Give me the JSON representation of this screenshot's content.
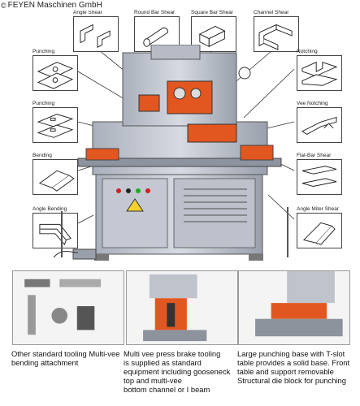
{
  "watermark": {
    "symbol": "©",
    "text": "FEYEN Maschinen GmbH"
  },
  "callouts": {
    "angle_shear": "Angle Shear",
    "round_bar_shear": "Round Bar Shear",
    "square_bar_shear": "Square Bar Shear",
    "channel_shear": "Channel Shear",
    "punching_top": "Punching",
    "punching_mid": "Punching",
    "bending": "Bending",
    "angle_bending": "Angle Bending",
    "notching": "Notching",
    "vee_notching": "Vee Notching",
    "flat_bar_shear": "Flat-Bar Shear",
    "angle_miter_shear": "Angle Miter Shear"
  },
  "captions": {
    "left": [
      "Other  standard tooling Multi-vee",
      "bending attachment"
    ],
    "middle": [
      "Multi vee press brake tooling",
      "is supplied as standard",
      "equipment including gooseneck",
      "top and  multi-vee",
      "bottom  channel or I beam"
    ],
    "right": [
      "Large punching base with T-slot",
      "table provides a solid base. Front",
      "table and support removable",
      "Structural die block for punching"
    ]
  },
  "colors": {
    "machine_body": "#c9cdd6",
    "accent_orange": "#e2571f",
    "caption_text": "#111111"
  }
}
